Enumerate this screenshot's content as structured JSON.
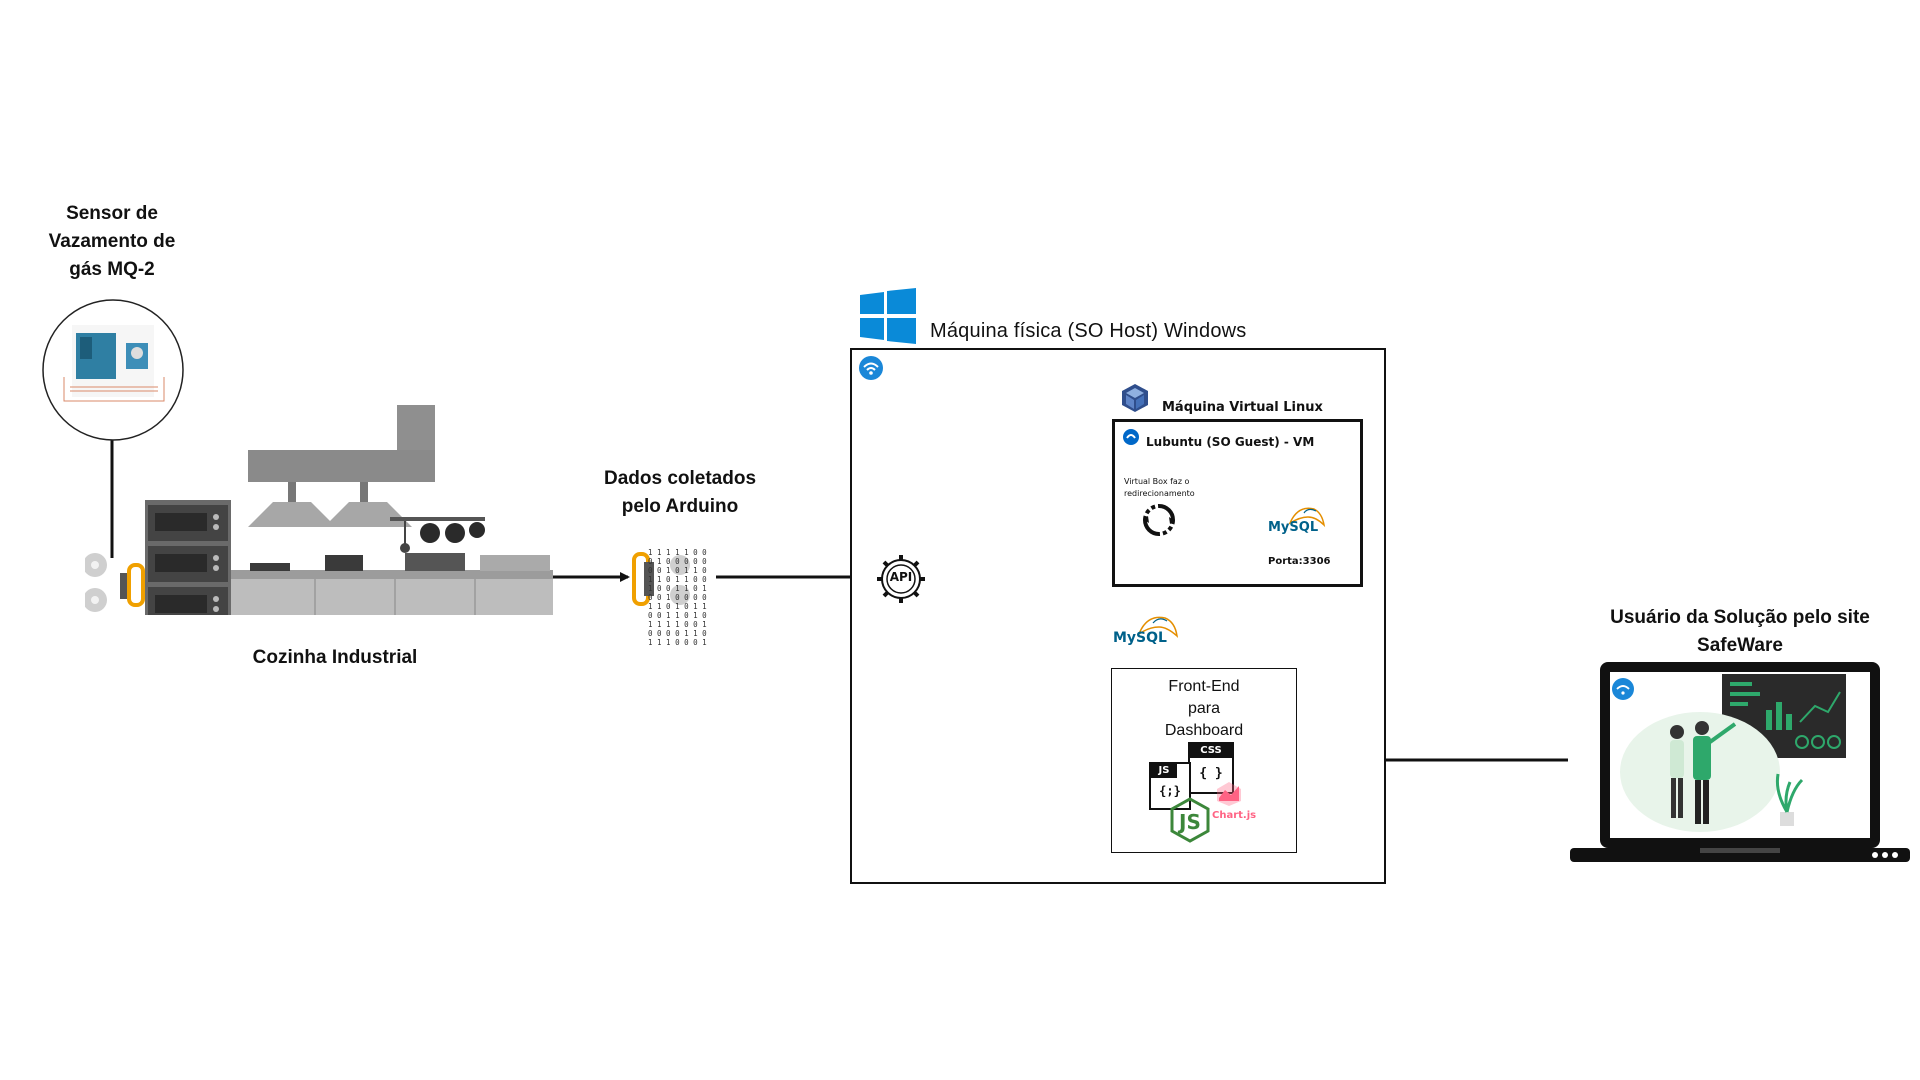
{
  "sensor": {
    "title": "Sensor de Vazamento de gás MQ-2"
  },
  "kitchen": {
    "label": "Cozinha Industrial"
  },
  "arduino_data": {
    "label": "Dados coletados pelo Arduino",
    "binary_rows": [
      "1 1 1 1 1 0 0",
      "0 1 0 0 0 0 0",
      "0 0 1 0 1 1 0",
      "1 1 0 1 1 0 0",
      "1 0 0 1 1 0 1",
      "0 0 1 0 0 0 0",
      "1 1 0 1 0 1 1",
      "0 0 1 1 0 1 0",
      "1 1 1 1 0 0 1",
      "0 0 0 0 1 1 0",
      "1 1 1 0 0 0 1"
    ]
  },
  "host": {
    "title": "Máquina física (SO Host) Windows"
  },
  "vm": {
    "title": "Máquina Virtual Linux",
    "guest": "Lubuntu (SO Guest) - VM",
    "redirect_note_1": "Virtual Box faz o",
    "redirect_note_2": "redirecionamento",
    "port": "Porta:3306"
  },
  "api": {
    "label": "API"
  },
  "mysql": {
    "label": "MySQL"
  },
  "frontend": {
    "title_1": "Front-End",
    "title_2": "para",
    "title_3": "Dashboard",
    "js_label": "JS",
    "js_code": "{;}",
    "css_label": "CSS",
    "css_code": "{ }",
    "chartjs": "Chart.js"
  },
  "user": {
    "title_1": "Usuário da Solução pelo site",
    "title_2": "SafeWare"
  },
  "colors": {
    "windows_blue": "#0a8ad8",
    "mysql_blue": "#00618a",
    "mysql_orange": "#e48e00",
    "node_green": "#3c873a",
    "chartjs_red": "#ff6384",
    "dashboard_green": "#2ea86b"
  }
}
